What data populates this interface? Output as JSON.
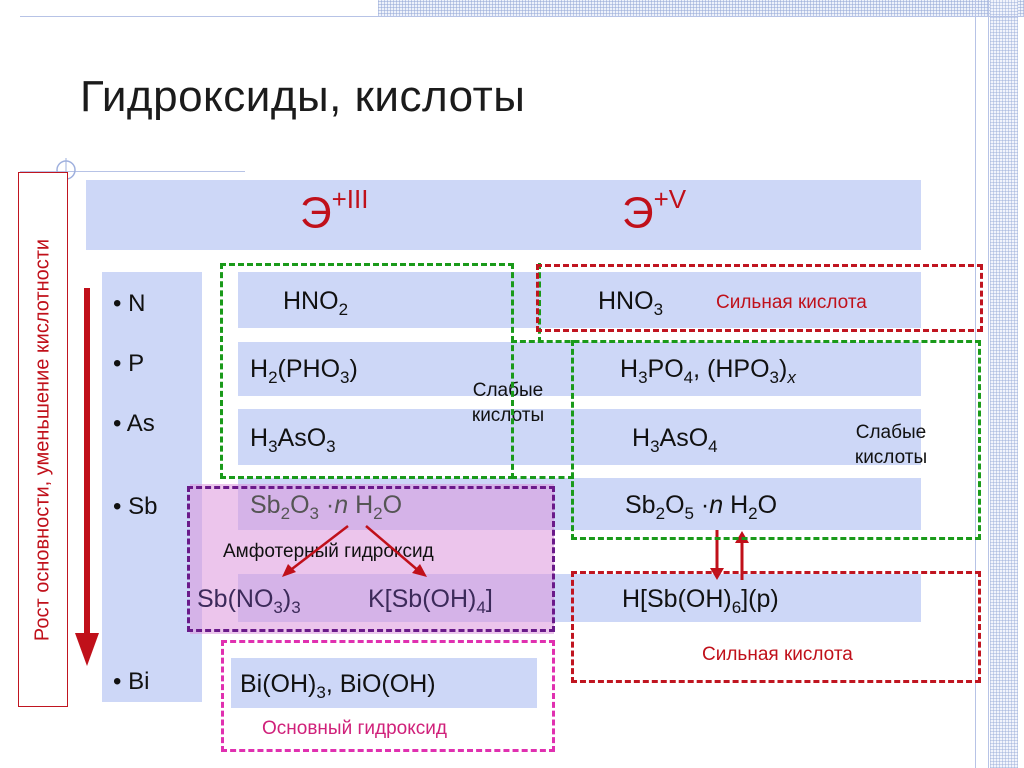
{
  "slide": {
    "title": "Гидроксиды, кислоты",
    "side_label": "Рост основности, уменьшение кислотности",
    "header": {
      "ox3_base": "Э",
      "ox3_sup": "+III",
      "ox5_base": "Э",
      "ox5_sup": "+V"
    },
    "elements": [
      "• N",
      "• P",
      "• As",
      "• Sb",
      "• Bi"
    ],
    "rows": {
      "n3": [
        "HNO",
        "2",
        ""
      ],
      "n5": [
        "HNO",
        "3",
        ""
      ],
      "p3": [
        "H",
        "2",
        "(PHO",
        "3",
        ")"
      ],
      "p5": [
        "H",
        "3",
        "PO",
        "4",
        ", (HPO",
        "3",
        ")",
        "x"
      ],
      "as3": [
        "H",
        "3",
        "AsO",
        "3"
      ],
      "as5": [
        "H",
        "3",
        "AsO",
        "4"
      ],
      "sb3": [
        "Sb",
        "2",
        "O",
        "3",
        " ·",
        "n",
        " H",
        "2",
        "O"
      ],
      "sb5": [
        "Sb",
        "2",
        "O",
        "5",
        " ·",
        "n",
        " H",
        "2",
        "O"
      ],
      "sbsalt1": [
        "Sb(NO",
        "3",
        ")",
        "3"
      ],
      "sbsalt2": [
        "K[Sb(OH)",
        "4",
        "]"
      ],
      "sbacid": [
        "H[Sb(OH)",
        "6",
        "](p)"
      ],
      "bi": [
        "Bi(OH)",
        "3",
        ", BiO(OH)"
      ]
    },
    "notes": {
      "strong_top": "Сильная кислота",
      "weak_mid": "Слабые кислоты",
      "weak_right": "Слабые кислоты",
      "amphoteric": "Амфотерный  гидроксид",
      "strong_bottom": "Сильная кислота",
      "basic": "Основный гидроксид"
    },
    "colors": {
      "band": "#cdd7f7",
      "red": "#c0101a",
      "green": "#1a9a1a",
      "purple": "#6a1a8a",
      "pink": "#e030b0"
    }
  }
}
